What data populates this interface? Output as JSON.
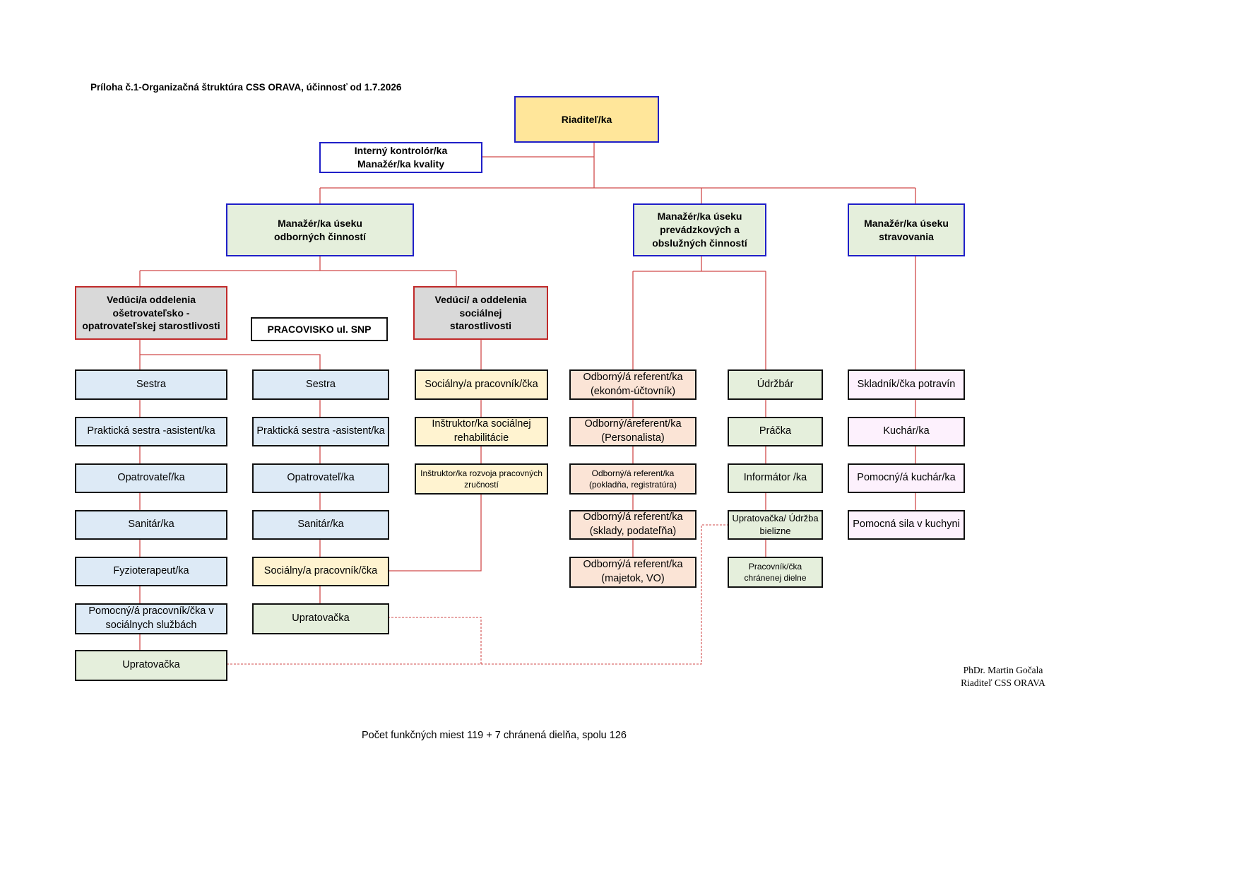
{
  "title": "Príloha č.1-Organizačná štruktúra CSS ORAVA, účinnosť od 1.7.2026",
  "director": "Riaditeľ/ka",
  "controller": [
    "Interný kontrolór/ka",
    "Manažér/ka kvality"
  ],
  "managers": {
    "professional": [
      "Manažér/ka úseku",
      "odborných činností"
    ],
    "operations": [
      "Manažér/ka úseku",
      "prevádzkových a",
      "obslužných činností"
    ],
    "catering": [
      "Manažér/ka úseku",
      "stravovania"
    ]
  },
  "department_heads": {
    "nursing": [
      "Vedúci/a oddelenia ošetrovateľsko -",
      "opatrovateľskej starostlivosti"
    ],
    "social": [
      "Vedúci/ a oddelenia sociálnej",
      "starostlivosti"
    ]
  },
  "workplace_label": "PRACOVISKO ul. SNP",
  "nursing_column": [
    "Sestra",
    "Praktická sestra -asistent/ka",
    "Opatrovateľ/ka",
    "Sanitár/ka",
    "Fyzioterapeut/ka",
    "Pomocný/á pracovník/čka v sociálnych službách",
    "Upratovačka"
  ],
  "snp_column": [
    "Sestra",
    "Praktická sestra -asistent/ka",
    "Opatrovateľ/ka",
    "Sanitár/ka",
    "Sociálny/a pracovník/čka",
    "Upratovačka"
  ],
  "social_column": [
    "Sociálny/a pracovník/čka",
    "Inštruktor/ka sociálnej rehabilitácie",
    "Inštruktor/ka rozvoja pracovných zručností"
  ],
  "admin_column": [
    "Odborný/á referent/ka (ekonóm-účtovník)",
    "Odborný/áreferent/ka (Personalista)",
    "Odborný/á referent/ka (pokladňa, registratúra)",
    "Odborný/á referent/ka (sklady, podateľňa)",
    "Odborný/á referent/ka (majetok, VO)"
  ],
  "maintenance_column": [
    "Údržbár",
    "Práčka",
    "Informátor /ka",
    "Upratovačka/ Údržba bielizne",
    "Pracovník/čka chránenej dielne"
  ],
  "kitchen_column": [
    "Skladník/čka potravín",
    "Kuchár/ka",
    "Pomocný/á kuchár/ka",
    "Pomocná sila v kuchyni"
  ],
  "signature": [
    "PhDr. Martin Gočala",
    "Riaditeľ CSS ORAVA"
  ],
  "positions_count": "Počet funkčných miest 119 + 7 chránená dielňa, spolu 126",
  "colors": {
    "connector": "#d14b4b",
    "manager_border": "#1f1fc8",
    "head_border": "#c02a2a",
    "director_fill": "#ffe69a"
  }
}
